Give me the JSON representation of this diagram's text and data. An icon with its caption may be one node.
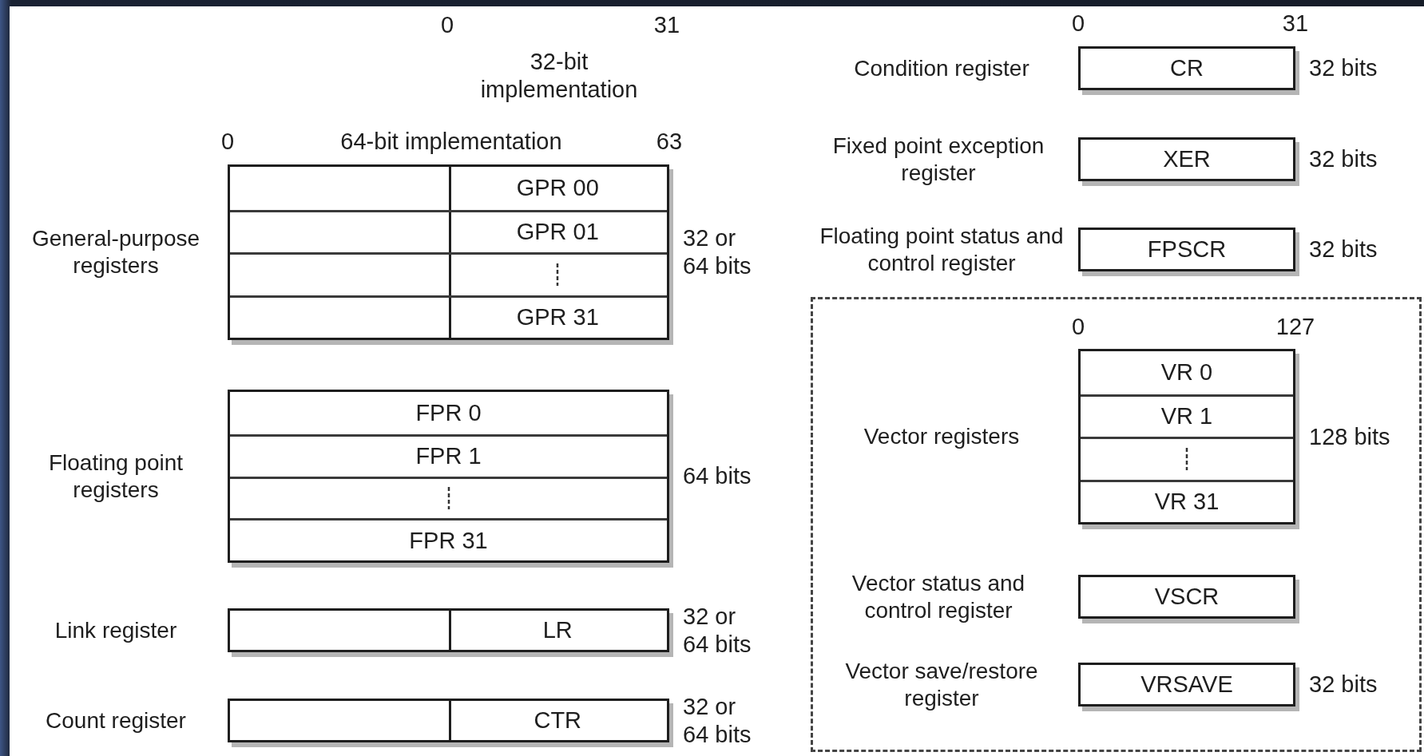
{
  "diagram": {
    "nodes": [
      {
        "text": [
          "General-purpose registers"
        ],
        "beside": [
          "32 or 64 bits"
        ]
      },
      {
        "text": [
          "GPR 00"
        ],
        "in": 0
      },
      {
        "text": [
          "GPR 01"
        ],
        "in": 0
      },
      {
        "text": [],
        "shape": "box",
        "in": 0
      },
      {
        "text": [
          "GPR 31"
        ],
        "in": 0
      },
      {
        "text": [
          "Floating point registers"
        ],
        "beside": [
          "64 bits"
        ]
      },
      {
        "text": [
          "FPR 0"
        ],
        "in": 5
      },
      {
        "text": [
          "FPR 1"
        ],
        "in": 5
      },
      {
        "text": [],
        "shape": "box",
        "in": 5
      },
      {
        "text": [
          "FPR 31"
        ],
        "in": 5
      },
      {
        "text": [
          "Link register",
          "LR"
        ],
        "beside": [
          "32 or 64 bits"
        ]
      },
      {
        "text": [
          "Count register",
          "CTR"
        ],
        "beside": [
          "32 or 64 bits"
        ]
      },
      {
        "text": [
          "Condition register",
          "CR"
        ],
        "beside": [
          "32 bits"
        ]
      },
      {
        "text": [
          "Fixed point exception register",
          "XER"
        ],
        "beside": [
          "32 bits"
        ]
      },
      {
        "text": [
          "Floating point status and control register",
          "FPSCR"
        ],
        "beside": [
          "32 bits"
        ]
      },
      {
        "text": [],
        "shape": "box"
      },
      {
        "text": [
          "Vector registers"
        ],
        "beside": [
          "128 bits"
        ],
        "in": 15
      },
      {
        "text": [
          "VR 0"
        ],
        "in": 16
      },
      {
        "text": [
          "VR 1"
        ],
        "in": 16
      },
      {
        "text": [],
        "shape": "box",
        "in": 16
      },
      {
        "text": [
          "VR 31"
        ],
        "in": 16
      },
      {
        "text": [
          "Vector status and control register",
          "VSCR"
        ],
        "in": 15
      },
      {
        "text": [
          "Vector save/restore register",
          "VRSAVE"
        ],
        "beside": [
          "32 bits"
        ],
        "in": 15
      }
    ],
    "labels": [
      "0",
      "31",
      "32-bit implementation",
      "0",
      "64-bit implementation",
      "63",
      "0",
      "31",
      "0",
      "127"
    ]
  }
}
